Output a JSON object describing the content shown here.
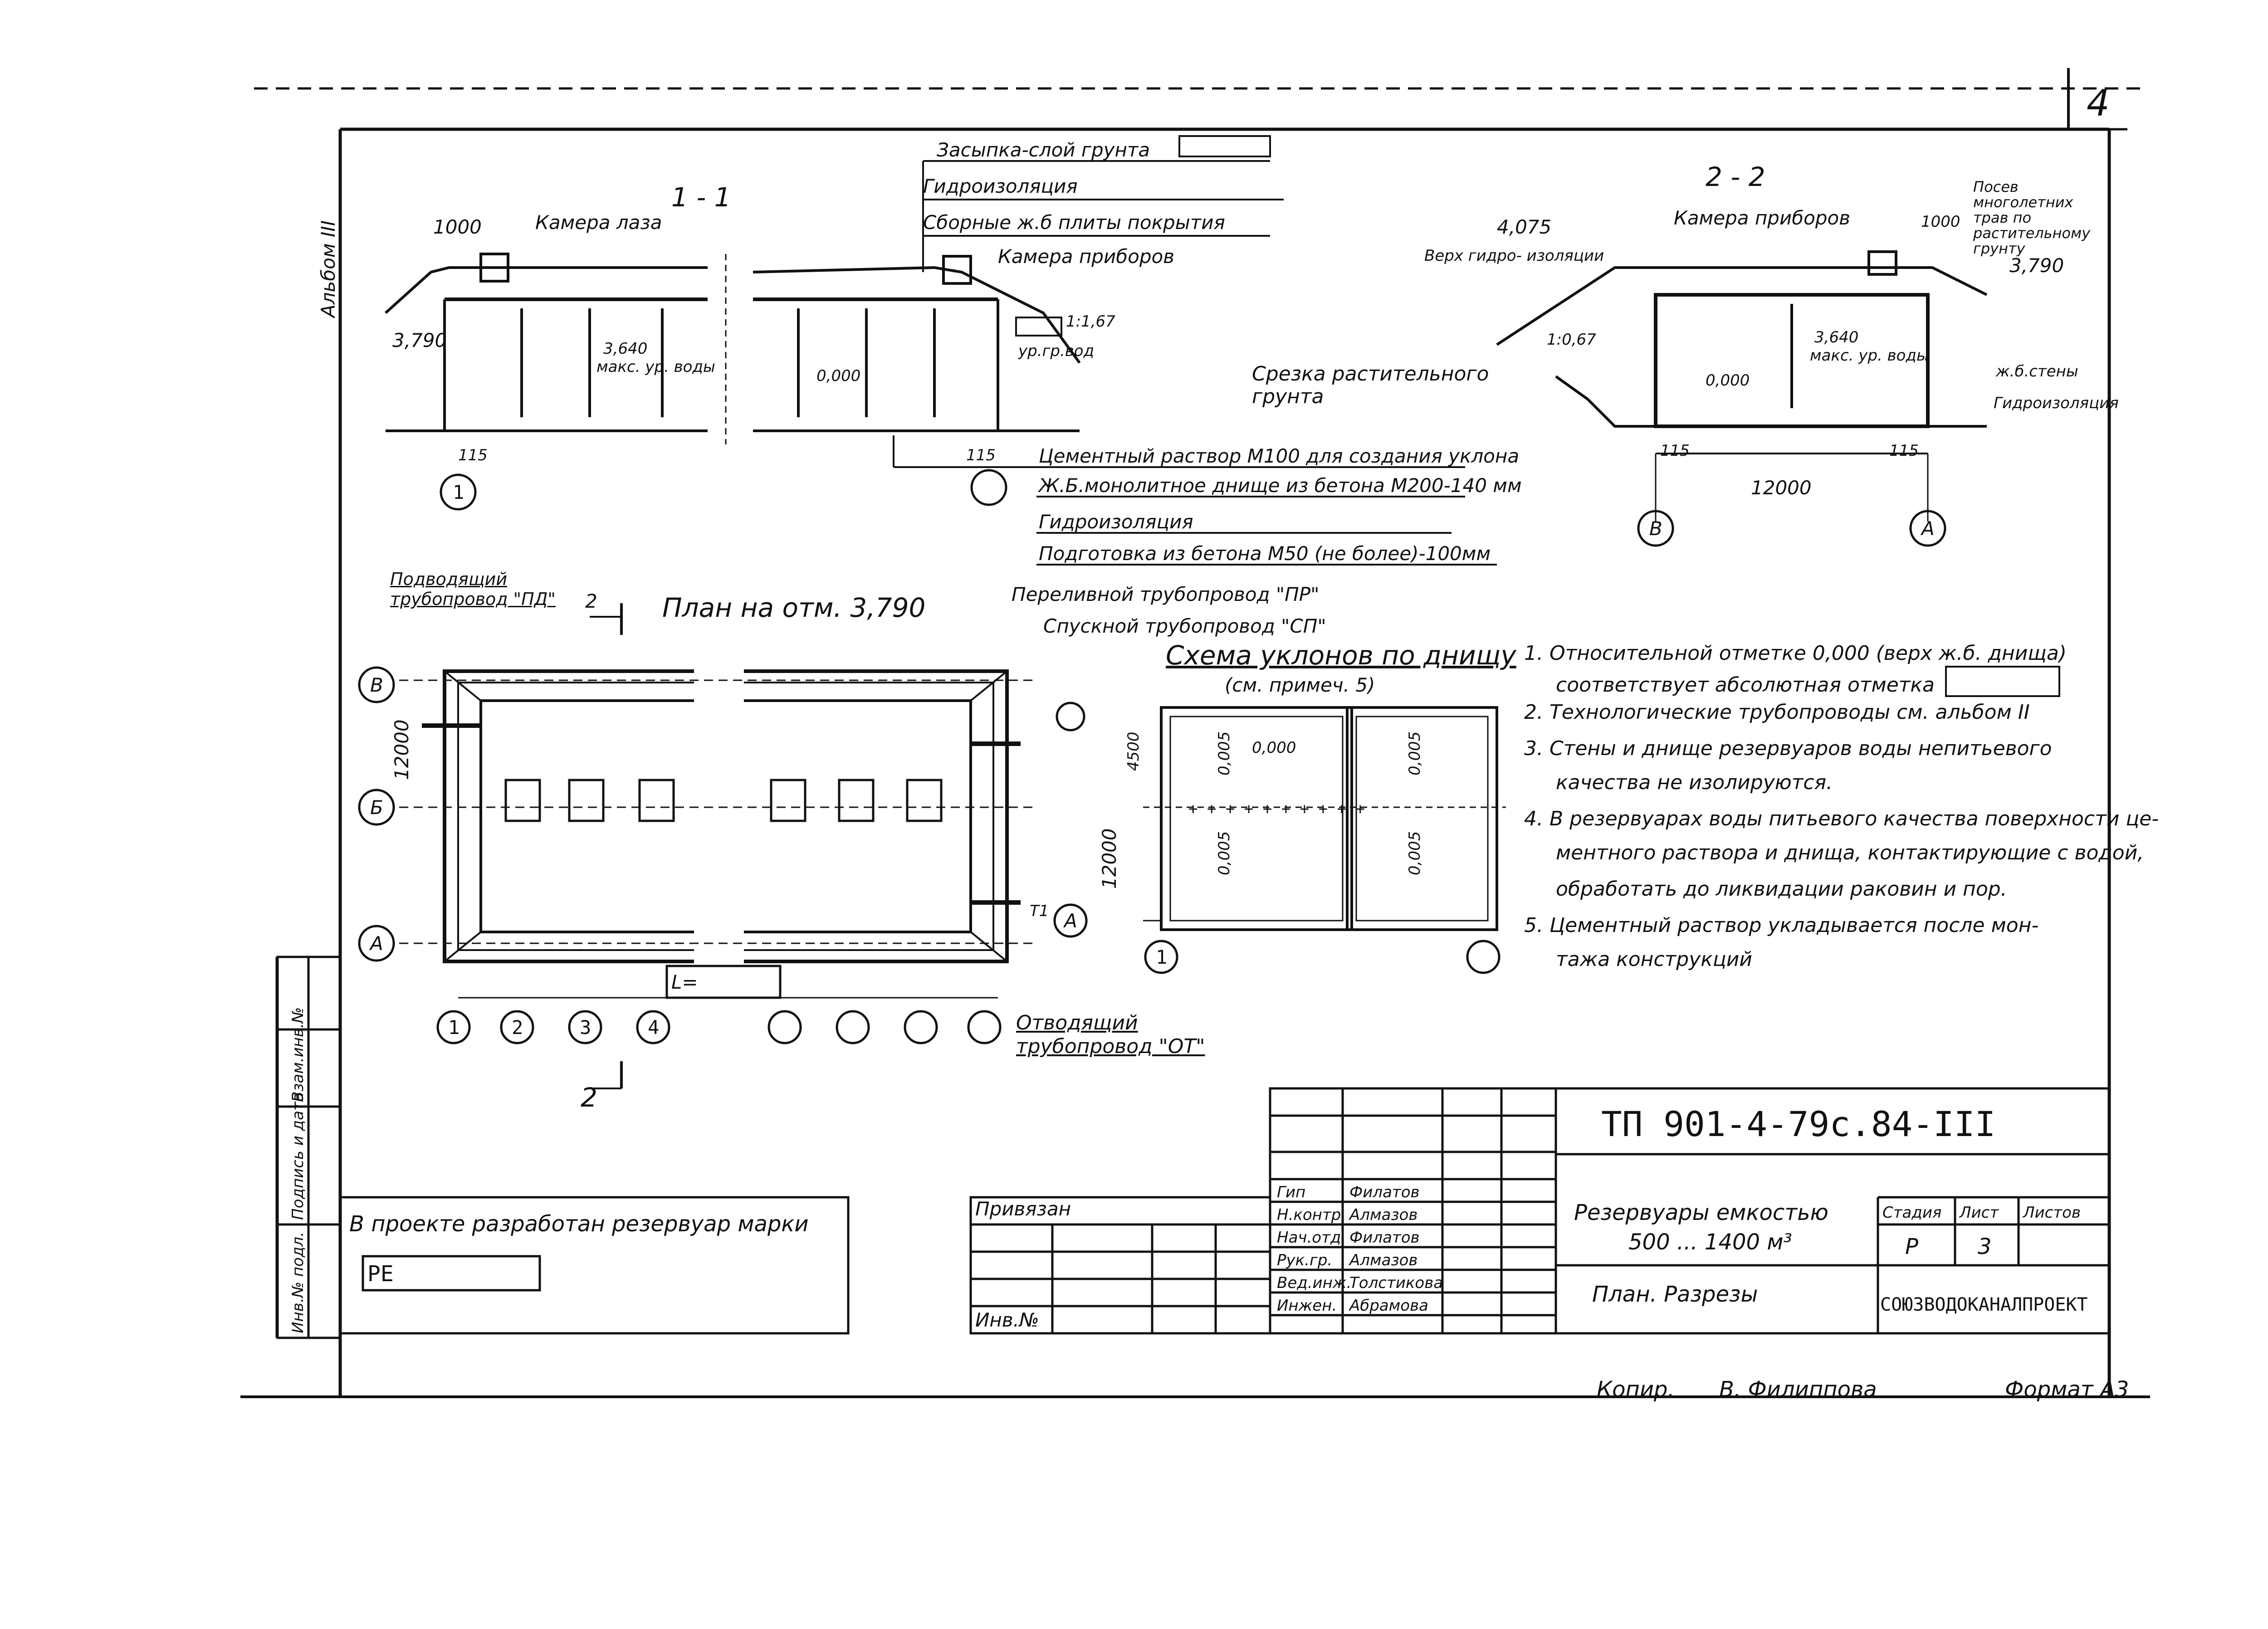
{
  "sheet_number": "4",
  "album_label": "Альбом III",
  "section_1_1": {
    "title": "1 - 1",
    "chamber_laza": "Камера лаза",
    "dim_1000": "1000",
    "level_3790": "3,790",
    "level_3640": "3,640",
    "max_water_level": "макс. ур. воды",
    "dim_115": "115",
    "axis_1": "1",
    "layers_top": [
      "Засыпка-слой грунта",
      "Гидроизоляция",
      "Сборные ж.б плиты покрытия"
    ],
    "chamber_pribor": "Камера приборов",
    "gw_level": "ур.гр.вод",
    "slope": "1:1,67",
    "level_0000": "0,000",
    "layers_bottom": [
      "Цементный раствор М100 для создания уклона",
      "Ж.Б.монолитное днище из бетона М200-140 мм",
      "Гидроизоляция",
      "Подготовка из бетона М50 (не более)-100мм"
    ]
  },
  "section_2_2": {
    "title": "2 - 2",
    "level_4075": "4,075",
    "top_waterproof": "Верх гидро- изоляции",
    "chamber_pribor": "Камера приборов",
    "dim_1000": "1000",
    "grass": "Посев многолетних трав по растительному грунту",
    "level_3790": "3,790",
    "slope": "1:0,67",
    "cut_soil": "Срезка растительного грунта",
    "level_3640": "3,640",
    "max_water_level": "макс. ур. воды",
    "level_0000": "0,000",
    "wall_label": "ж.б.стены",
    "waterproof": "Гидроизоляция",
    "dim_115a": "115",
    "dim_115b": "115",
    "dim_12000": "12000",
    "axis_b": "В",
    "axis_a": "А"
  },
  "plan": {
    "title": "План на отм. 3,790",
    "cut_mark": "2",
    "inlet_pipe": "Подводящий трубопровод \"ПД\"",
    "overflow_pipe": "Переливной трубопровод \"ПР\"",
    "drain_pipe": "Спускной трубопровод \"СП\"",
    "outlet_pipe": "Отводящий трубопровод \"ОТ\"",
    "axis_v": "В",
    "axis_b": "Б",
    "axis_a": "А",
    "dim_12000": "12000",
    "length_label": "L=",
    "column_axes": [
      "1",
      "2",
      "3",
      "4",
      "",
      "",
      "",
      ""
    ],
    "t1_mark": "Т1"
  },
  "slope_scheme": {
    "title": "Схема уклонов по днищу",
    "subtitle": "(см. примеч. 5)",
    "dim_12000": "12000",
    "dim_4500": "4500",
    "slope_values": [
      "0,005",
      "0,000",
      "0,005",
      "0,005",
      "0,005"
    ],
    "axis_1": "1",
    "axis_a": "А"
  },
  "notes": [
    "1. Относительной отметке 0,000 (верх ж.б. днища)",
    "соответствует абсолютная отметка",
    "2. Технологические трубопроводы см. альбом II",
    "3. Стены и днище резервуаров воды непитьевого",
    "качества не изолируются.",
    "4. В резервуарах воды питьевого качества поверхности це-",
    "ментного раствора и днища, контактирующие с водой,",
    "обработать до ликвидации раковин и пор.",
    "5. Цементный раствор укладывается после мон-",
    "тажа конструкций"
  ],
  "stamp": {
    "code": "ТП 901-4-79с.84-III",
    "design_note": "В проекте разработан резервуар марки",
    "mark_value": "РЕ",
    "privyazan": "Привязан",
    "inv": "Инв.№",
    "roles": [
      "Гип",
      "Н.контр.",
      "Нач.отд.",
      "Рук.гр.",
      "Вед.инж.",
      "Инжен."
    ],
    "names": [
      "Филатов",
      "Алмазов",
      "Филатов",
      "Алмазов",
      "Толстикова",
      "Абрамова"
    ],
    "title1": "Резервуары емкостью",
    "title2": "500 ... 1400 м³",
    "sheet_title": "План. Разрезы",
    "col_stage": "Стадия",
    "col_sheet": "Лист",
    "col_sheets": "Листов",
    "stage": "Р",
    "sheet": "3",
    "org": "СОЮЗВОДОКАНАЛПРОЕКТ",
    "side_labels": [
      "Инв.№ подл.",
      "Подпись и дата",
      "Взам.инв.№"
    ]
  },
  "footer": {
    "copied": "Копир.",
    "copier": "В. Филиппова",
    "format": "Формат А3"
  }
}
